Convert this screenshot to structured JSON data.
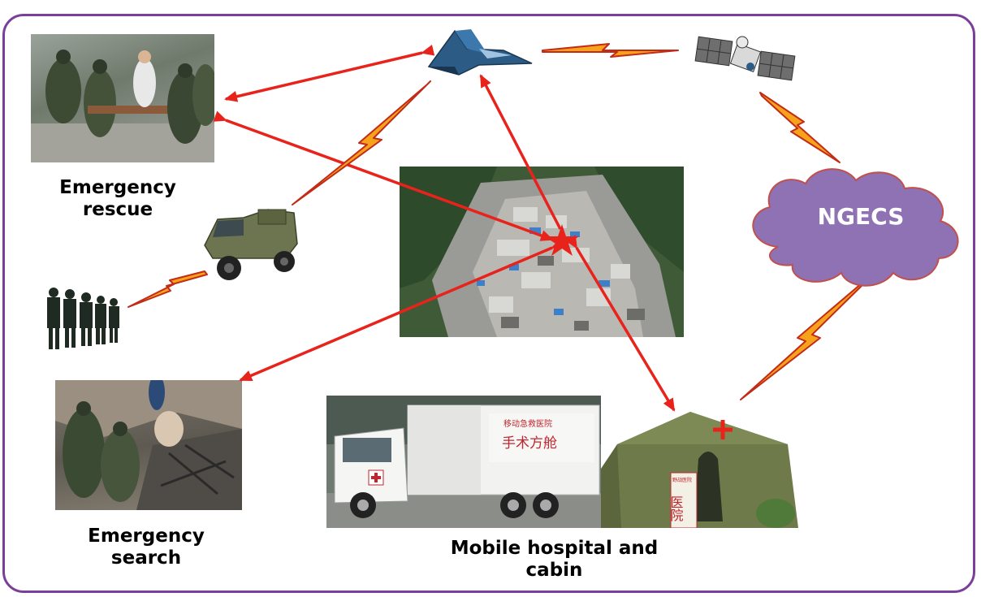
{
  "labels": {
    "rescue": "Emergency\nrescue",
    "search": "Emergency\nsearch",
    "hospital": "Mobile hospital and\ncabin",
    "cloud": "NGECS"
  },
  "vehicle_text": {
    "truck_line1": "手术方舱",
    "tent_sign": "医院"
  },
  "icons": [
    "uav-icon",
    "satellite-icon",
    "armored-vehicle-icon",
    "soldiers-icon",
    "star-icon"
  ],
  "colors": {
    "frame": "#7a3f9a",
    "arrow": "#e8231c",
    "cloud_fill": "#8e72b3",
    "cloud_stroke": "#c0504d",
    "bolt_fill": "#f7a21b",
    "bolt_stroke": "#c22b18"
  }
}
